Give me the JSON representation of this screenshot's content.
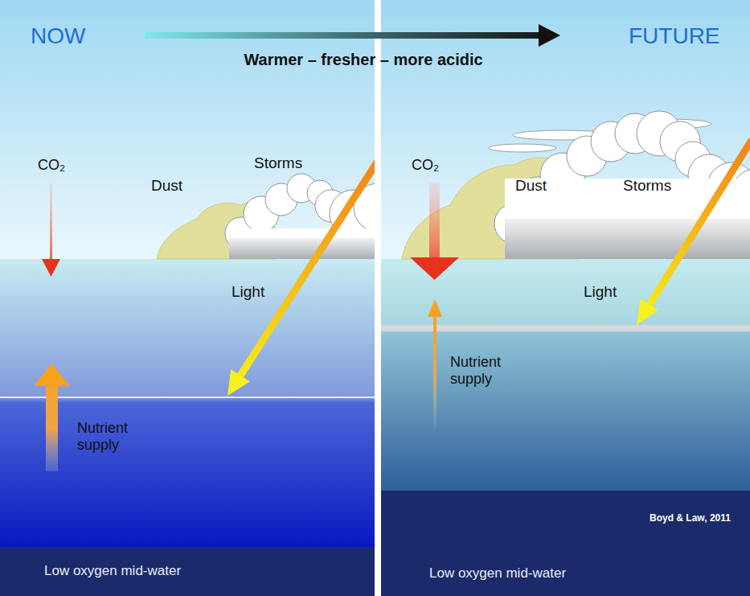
{
  "diagram": {
    "nodes": [
      {
        "text": [
          "Low oxygen mid-water"
        ]
      },
      {
        "text": [
          "Low oxygen mid-water"
        ]
      }
    ],
    "labels": [
      "NOW",
      "FUTURE",
      "Warmer – fresher – more acidic",
      "CO₂",
      "Dust",
      "Storms",
      "Light",
      "Nutrient supply",
      "CO₂",
      "Dust",
      "Storms",
      "Light",
      "Nutrient supply",
      "Boyd & Law, 2011"
    ]
  }
}
